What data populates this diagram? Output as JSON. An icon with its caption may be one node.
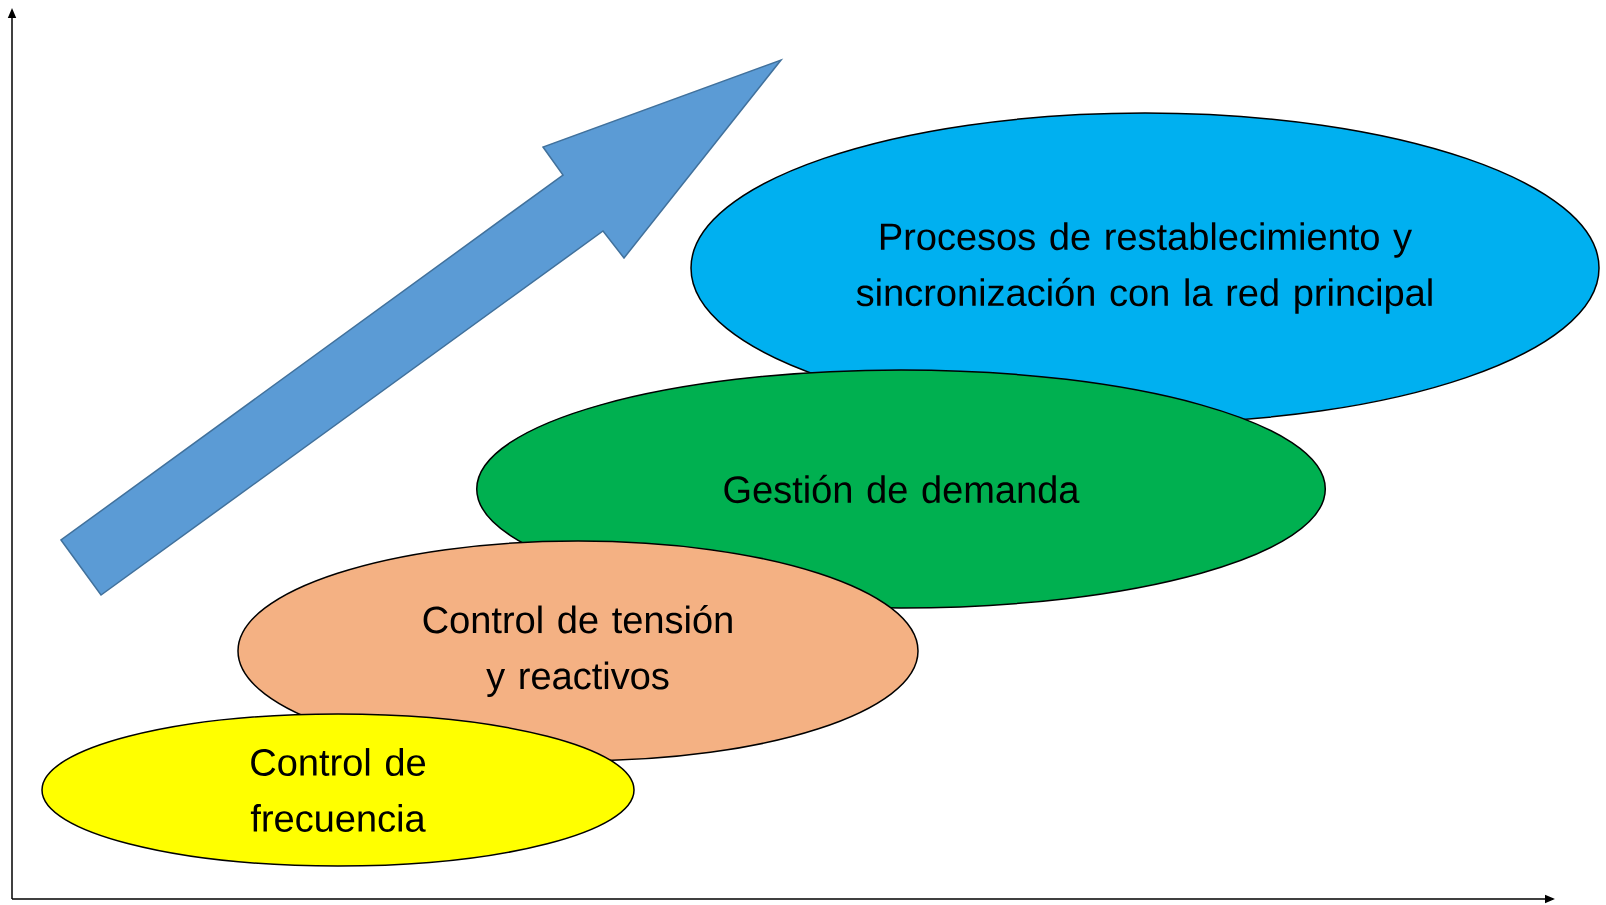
{
  "diagram": {
    "nodes": [
      {
        "text": [
          "Procesos de restablecimiento y sincronización con la red principal"
        ]
      },
      {
        "text": [
          "Gestión de demanda"
        ]
      },
      {
        "text": [
          "Control de tensión y reactivos"
        ]
      },
      {
        "text": [
          "Control de frecuencia"
        ]
      }
    ]
  }
}
